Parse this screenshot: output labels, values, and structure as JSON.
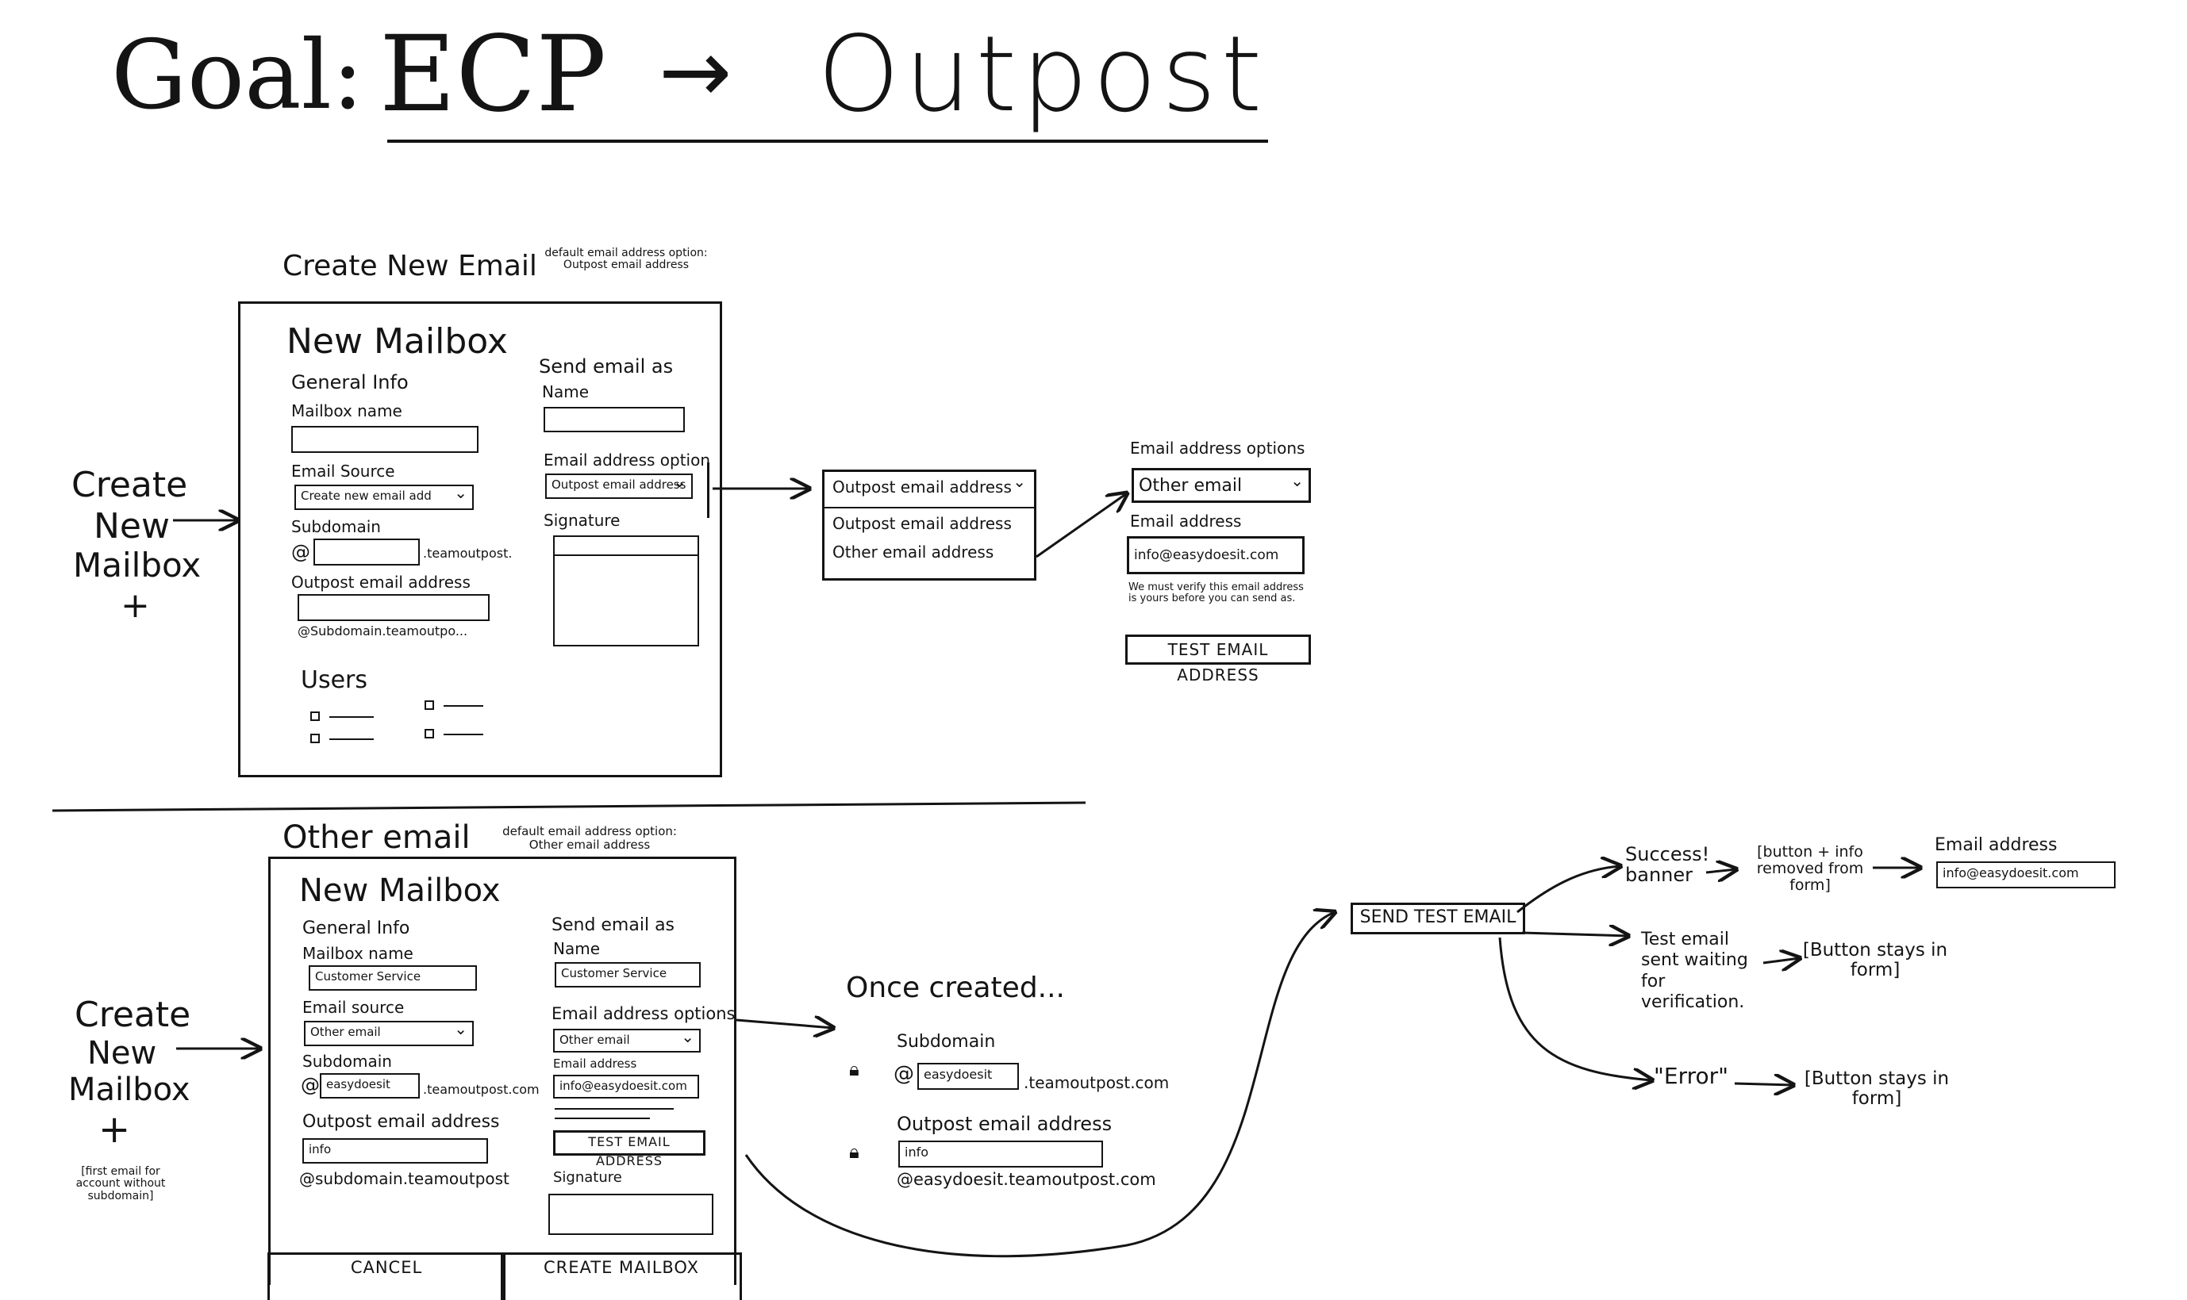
{
  "header": {
    "goal_label": "Goal:",
    "ecp": "ECP",
    "arrow": "→",
    "outpost": "Outpost"
  },
  "section1": {
    "side_label": [
      "Create",
      "New",
      "Mailbox",
      "+"
    ],
    "title": "Create New Email",
    "note": "default email address option: Outpost email address",
    "form": {
      "heading": "New Mailbox",
      "general_info": "General Info",
      "mailbox_name_label": "Mailbox name",
      "email_source_label": "Email Source",
      "email_source_value": "Create new email add",
      "subdomain_label": "Subdomain",
      "subdomain_suffix": ".teamoutpost.",
      "outpost_email_label": "Outpost email address",
      "outpost_email_hint": "@Subdomain.teamoutpo...",
      "send_as_label": "Send email as",
      "name_label": "Name",
      "email_option_label": "Email address option",
      "email_option_value": "Outpost email address",
      "signature_label": "Signature",
      "users_label": "Users"
    },
    "dropdown_open": {
      "selected": "Outpost email address",
      "options": [
        "Outpost email address",
        "Other email address"
      ]
    },
    "other_panel": {
      "option_label": "Email address options",
      "option_value": "Other email",
      "email_label": "Email address",
      "email_value": "info@easydoesit.com",
      "notice": "We must verify this email address is yours before you can send as.",
      "test_button": "TEST EMAIL ADDRESS"
    }
  },
  "section2": {
    "side_label": [
      "Create",
      "New",
      "Mailbox",
      "+"
    ],
    "side_note": "[first email for account without subdomain]",
    "title": "Other email",
    "note": "default email address option: Other email address",
    "form": {
      "heading": "New Mailbox",
      "general_info": "General Info",
      "mailbox_name_label": "Mailbox name",
      "mailbox_name_value": "Customer Service",
      "email_source_label": "Email source",
      "email_source_value": "Other email",
      "subdomain_label": "Subdomain",
      "subdomain_value": "easydoesit",
      "subdomain_suffix": ".teamoutpost.com",
      "outpost_email_label": "Outpost email address",
      "outpost_email_value": "info",
      "outpost_email_hint": "@subdomain.teamoutpost",
      "send_as_label": "Send email as",
      "name_label": "Name",
      "name_value": "Customer Service",
      "email_option_label": "Email address options",
      "email_option_value": "Other email",
      "email_address_label": "Email address",
      "email_address_value": "info@easydoesit.com",
      "test_button": "TEST EMAIL ADDRESS",
      "signature_label": "Signature",
      "cancel": "CANCEL",
      "create": "CREATE MAILBOX"
    },
    "once_created": {
      "title": "Once created...",
      "subdomain_label": "Subdomain",
      "subdomain_value": "easydoesit",
      "subdomain_suffix": ".teamoutpost.com",
      "outpost_label": "Outpost email address",
      "outpost_value": "info",
      "outpost_hint": "@easydoesit.teamoutpost.com"
    },
    "flow": {
      "send_test": "SEND TEST EMAIL",
      "success": "Success! banner",
      "success_result": "[button + info removed from form]",
      "success_email_label": "Email address",
      "success_email_value": "info@easydoesit.com",
      "waiting": "Test email sent waiting for verification.",
      "waiting_result": "[Button stays in form]",
      "error": "\"Error\"",
      "error_result": "[Button stays in form]"
    }
  }
}
